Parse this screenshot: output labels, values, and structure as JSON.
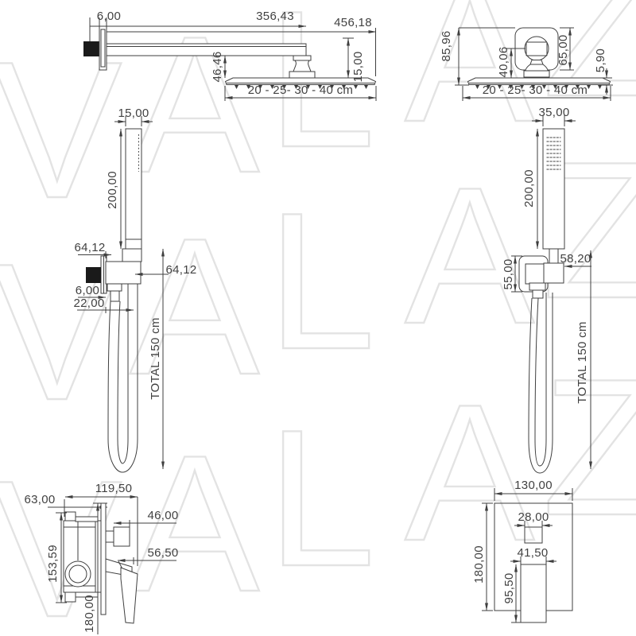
{
  "watermark": {
    "letters": [
      "V",
      "A",
      "L",
      "A",
      "Z"
    ],
    "color": "#e3e3e3"
  },
  "figure_top_left": {
    "dim_flange_thickness": "6,00",
    "dim_arm_length": "356,43",
    "dim_total_length": "456,18",
    "dim_arm_to_head": "46,46",
    "dim_arm_height": "15,00",
    "dim_head_sizes": "20 - 25- 30 - 40 cm"
  },
  "figure_top_right": {
    "dim_total_height": "85,96",
    "dim_ball_to_head": "40,06",
    "dim_mount_height": "65,00",
    "dim_head_thickness": "5,90",
    "dim_head_sizes": "20 - 25- 30 - 40 cm"
  },
  "figure_mid_left": {
    "dim_handle_width": "15,00",
    "dim_handle_length": "200,00",
    "dim_bracket_a": "64,12",
    "dim_bracket_b": "64,12",
    "dim_plate_thickness": "6,00",
    "dim_outlet_width": "22,00",
    "dim_hose_total": "TOTAL 150 cm"
  },
  "figure_mid_right": {
    "dim_handle_width": "35,00",
    "dim_handle_length": "200,00",
    "dim_holder_offset": "58,20",
    "dim_bracket_height": "55,00",
    "dim_hose_total": "TOTAL 150 cm"
  },
  "figure_bottom_left": {
    "dim_depth_total": "119,50",
    "dim_body_depth": "63,00",
    "dim_knob_depth": "46,00",
    "dim_handle_depth": "56,50",
    "dim_body_height": "153,59",
    "dim_plate_height": "180,00"
  },
  "figure_bottom_right": {
    "dim_plate_width": "130,00",
    "dim_plate_height": "180,00",
    "dim_knob_width": "28,00",
    "dim_handle_width": "41,50",
    "dim_handle_length": "95,50"
  }
}
